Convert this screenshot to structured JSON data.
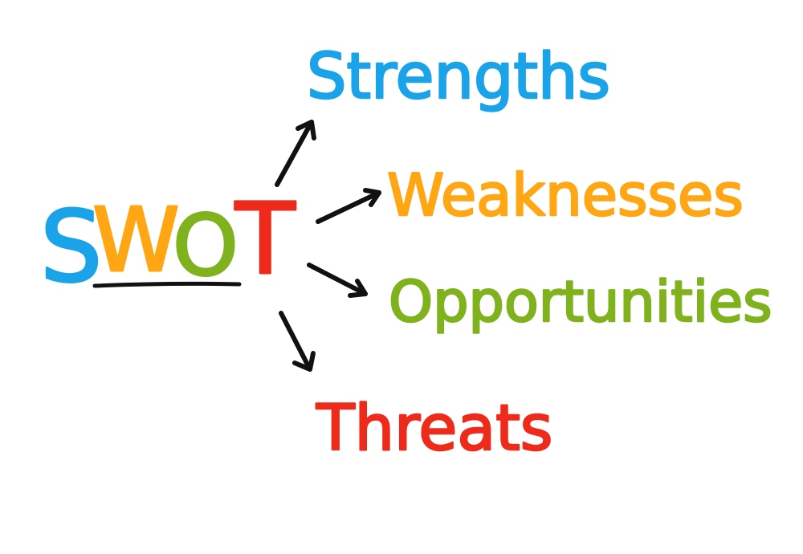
{
  "swot": {
    "letters": [
      "S",
      "W",
      "O",
      "T"
    ]
  },
  "items": [
    {
      "label": "Strengths"
    },
    {
      "label": "Weaknesses"
    },
    {
      "label": "Opportunities"
    },
    {
      "label": "Threats"
    }
  ],
  "colors": {
    "strengths": "#1aa3e8",
    "weaknesses": "#ffa614",
    "opportunities": "#7fb21c",
    "threats": "#ee2a1b",
    "arrow": "#111111"
  }
}
